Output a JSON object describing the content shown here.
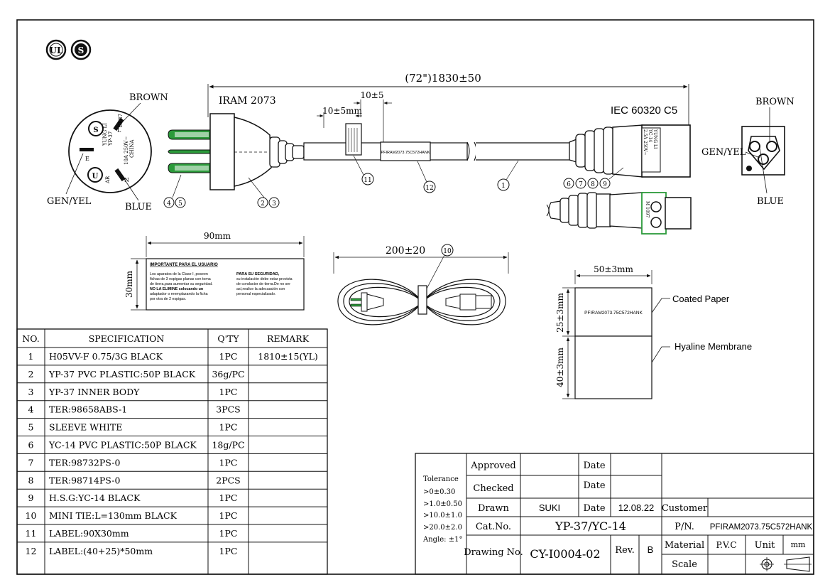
{
  "marks": {
    "ul": "UL",
    "s": "S"
  },
  "overall_length": "(72\")1830±50",
  "plug_standard": "IRAM 2073",
  "connector_standard": "IEC 60320 C5",
  "dim_a": "10±5",
  "dim_b": "10±5mm",
  "wire_labels": {
    "brown_left": "BROWN",
    "genyel_left": "GEN/YEL",
    "blue_left": "BLUE",
    "brown_right": "BROWN",
    "genyel_right": "GEN/YEL",
    "blue_right": "BLUE"
  },
  "plug_face_text": {
    "maker": "YUNG LI",
    "model": "YP-37",
    "rating": "10A 250V~",
    "code": "CHINA",
    "n": "N",
    "l": "L",
    "e": "E",
    "ul_code": "UE87",
    "ar": "AR"
  },
  "connector_face_text": {
    "line1": "YUNG LI",
    "line2": "YC-14",
    "line3": "2.5A 250V~"
  },
  "connector2_text": "M 1097",
  "cord_label_text": "PFIRAM2073.75C572HANK",
  "callouts": [
    "1",
    "2",
    "3",
    "4",
    "5",
    "6",
    "7",
    "8",
    "9",
    "10",
    "11",
    "12"
  ],
  "user_label": {
    "width": "90mm",
    "height": "30mm",
    "heading": "IMPORTANTE PARA EL USUARIO",
    "col1_lines": [
      "Los aparatos de la Clase I ,poseen",
      "fichas de 3 espigas planas con toma",
      "de tierra,para aumentar su seguridad.",
      "NO LA ELIMINE colocando un",
      "adaptador o reemplazando la ficha",
      "por otra de 2 espigas."
    ],
    "col2_heading": "PARA SU SEGURIDAD,",
    "col2_lines": [
      "su instalación debe estar provista",
      "de conductor de tierra.De no ser",
      "así,realice la adecuación con",
      "personal especializado."
    ]
  },
  "coil_length": "200±20",
  "flag_label": {
    "width": "50±3mm",
    "upper_height": "25±3mm",
    "lower_height": "40±3mm",
    "text": "PFIRAM2073.75C572HANK",
    "coated": "Coated Paper",
    "hyaline": "Hyaline Membrane"
  },
  "spec_table": {
    "headers": [
      "NO.",
      "SPECIFICATION",
      "Q'TY",
      "REMARK"
    ],
    "rows": [
      [
        "1",
        "H05VV-F 0.75/3G BLACK",
        "1PC",
        "1810±15(YL)"
      ],
      [
        "2",
        "YP-37 PVC PLASTIC:50P BLACK",
        "36g/PC",
        ""
      ],
      [
        "3",
        "YP-37 INNER BODY",
        "1PC",
        ""
      ],
      [
        "4",
        "TER:98658ABS-1",
        "3PCS",
        ""
      ],
      [
        "5",
        "SLEEVE WHITE",
        "1PC",
        ""
      ],
      [
        "6",
        "YC-14 PVC PLASTIC:50P BLACK",
        "18g/PC",
        ""
      ],
      [
        "7",
        "TER:98732PS-0",
        "1PC",
        ""
      ],
      [
        "8",
        "TER:98714PS-0",
        "2PCS",
        ""
      ],
      [
        "9",
        "H.S.G:YC-14  BLACK",
        "1PC",
        ""
      ],
      [
        "10",
        "MINI TIE:L=130mm BLACK",
        "1PC",
        ""
      ],
      [
        "11",
        "LABEL:90X30mm",
        "1PC",
        ""
      ],
      [
        "12",
        "LABEL:(40+25)*50mm",
        "1PC",
        ""
      ]
    ]
  },
  "title_block": {
    "tolerance": [
      "Tolerance",
      ">0±0.30",
      ">1.0±0.50",
      ">10.0±1.0",
      ">20.0±2.0",
      "Angle: ±1°"
    ],
    "approved": "Approved",
    "checked": "Checked",
    "drawn": "Drawn",
    "drawn_by": "SUKI",
    "date": "Date",
    "drawn_date": "12.08.22",
    "cat_no": "Cat.No.",
    "cat_value": "YP-37/YC-14",
    "drawing_no": "Drawing No.",
    "drawing_value": "CY-I0004-02",
    "rev": "Rev.",
    "rev_value": "B",
    "customer": "Customer",
    "pn": "P/N.",
    "pn_value": "PFIRAM2073.75C572HANK",
    "material": "Material",
    "material_value": "P.V.C",
    "unit": "Unit",
    "unit_value": "mm",
    "scale": "Scale"
  }
}
